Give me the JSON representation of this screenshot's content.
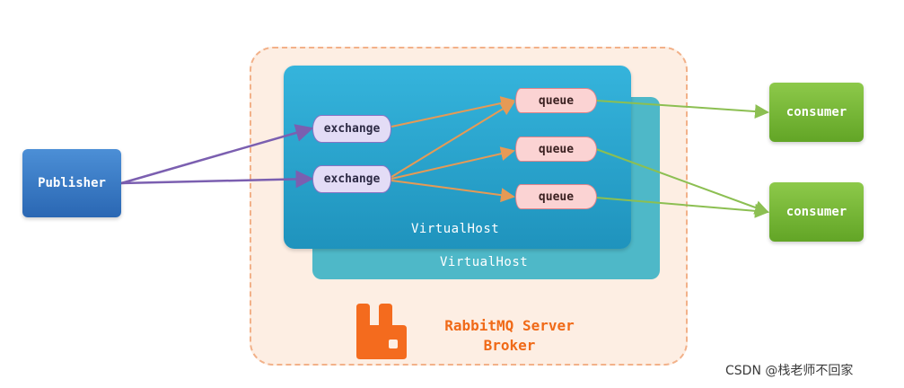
{
  "publisher": {
    "label": "Publisher"
  },
  "exchanges": [
    {
      "label": "exchange"
    },
    {
      "label": "exchange"
    }
  ],
  "queues": [
    {
      "label": "queue"
    },
    {
      "label": "queue"
    },
    {
      "label": "queue"
    }
  ],
  "consumers": [
    {
      "label": "consumer"
    },
    {
      "label": "consumer"
    }
  ],
  "virtual_hosts": [
    {
      "label": "VirtualHost"
    },
    {
      "label": "VirtualHost"
    }
  ],
  "broker": {
    "line1": "RabbitMQ Server",
    "line2": "Broker"
  },
  "watermark": "CSDN @栈老师不回家",
  "colors": {
    "publisher_link": "#7b5fb0",
    "exchange_link": "#e69a55",
    "consumer_link": "#8cbf52",
    "rabbit_logo": "#f46b1e"
  }
}
